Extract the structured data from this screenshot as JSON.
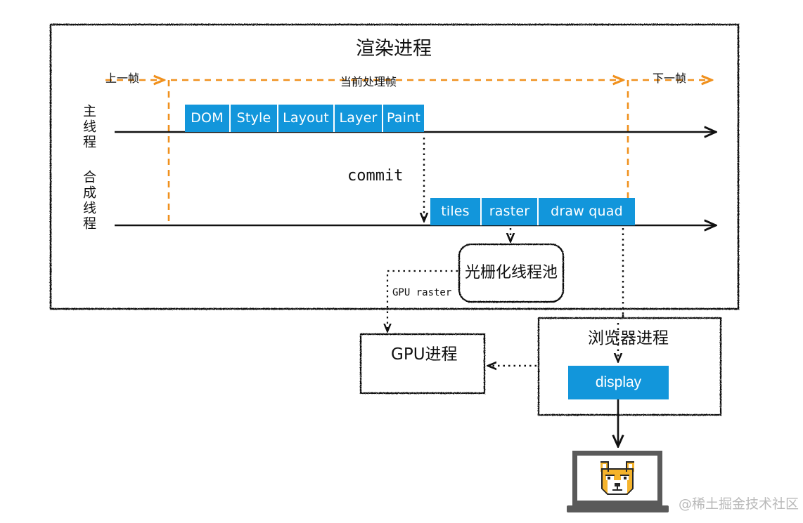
{
  "diagram": {
    "title": "渲染进程",
    "frames": {
      "prev_label": "上一帧",
      "current_label": "当前处理帧",
      "next_label": "下一帧"
    },
    "lanes": {
      "main_thread_label": "主线程",
      "compositor_thread_label": "合成线程"
    },
    "main_thread_blocks": [
      {
        "label": "DOM"
      },
      {
        "label": "Style"
      },
      {
        "label": "Layout"
      },
      {
        "label": "Layer"
      },
      {
        "label": "Paint"
      }
    ],
    "compositor_blocks": [
      {
        "label": "tiles"
      },
      {
        "label": "raster"
      },
      {
        "label": "draw quad"
      }
    ],
    "commit_label": "commit",
    "raster_pool_label": "光栅化线程池",
    "gpu_raster_label": "GPU raster",
    "gpu_process_label": "GPU进程",
    "browser_process_label": "浏览器进程",
    "display_label": "display",
    "watermark": "@稀土掘金技术社区",
    "colors": {
      "block_blue": "#1296db",
      "frame_orange": "#f0911e",
      "ink": "#111111",
      "laptop_gray": "#5a5a5a",
      "doge_yellow": "#f5b32b",
      "watermark_gray": "#b9b9b9"
    }
  }
}
